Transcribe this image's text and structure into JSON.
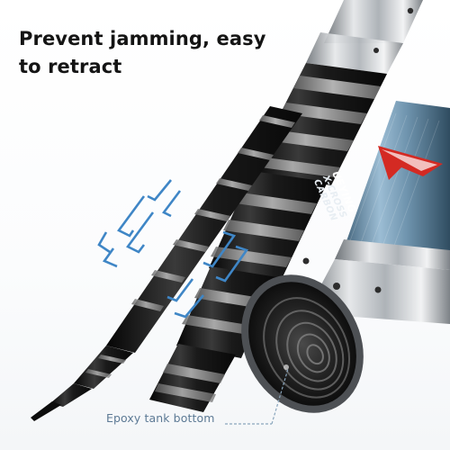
{
  "headline": "Prevent jamming, easy to retract",
  "callout": {
    "label": "Epoxy tank bottom"
  },
  "pole_branding": {
    "line1": "UEYING",
    "line2": "X-CROSS",
    "line3": "CARBON"
  },
  "colors": {
    "headline_text": "#141414",
    "callout_text": "#5d7a95",
    "callout_line": "#8aa6bd",
    "arrow_blue": "#3f86c6",
    "pole_blue": "#7fa6c1",
    "carbon_dark": "#1e1e1e",
    "carbon_band": "#8f8f8f",
    "brand_red": "#d42a23"
  },
  "icons": {
    "extend_arrows": "double-chevron-outline",
    "retract_arrows": "double-chevron-outline"
  }
}
